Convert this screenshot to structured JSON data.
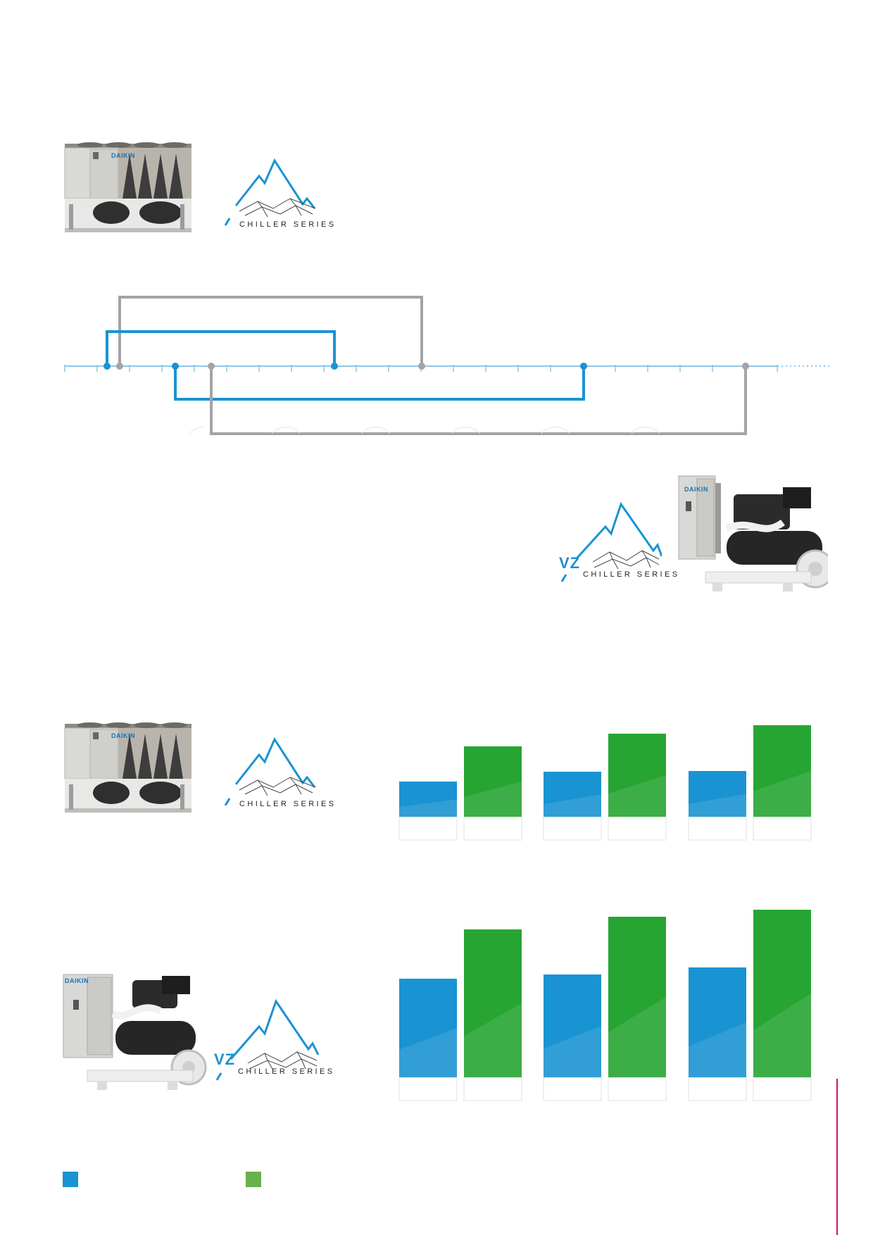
{
  "logos": {
    "series_label": "CHILLER SERIES",
    "vz_label": "VZ",
    "brand": "DAIKIN"
  },
  "colors": {
    "blue": "#1a93d2",
    "green": "#27a533",
    "legend_green": "#6ab04c",
    "grey_line": "#a4a4a7",
    "timeline": "#8cc6e8",
    "accent_rule": "#c21874"
  },
  "chart_data": [
    {
      "type": "bar",
      "series": [
        {
          "values": [
            50,
            64,
            65
          ]
        },
        {
          "values": [
            100,
            118,
            130
          ]
        }
      ]
    },
    {
      "type": "bar",
      "series": [
        {
          "values": [
            140,
            146,
            156
          ]
        },
        {
          "values": [
            210,
            228,
            238
          ]
        }
      ]
    }
  ]
}
